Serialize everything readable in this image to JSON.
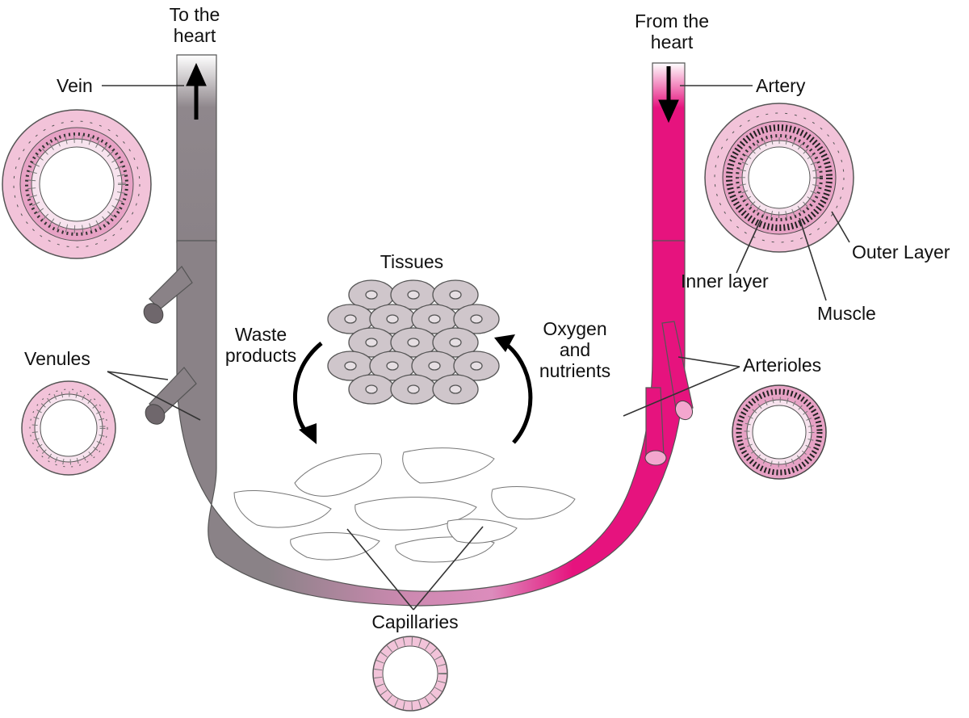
{
  "labels": {
    "to_heart_1": "To the",
    "to_heart_2": "heart",
    "from_heart_1": "From the",
    "from_heart_2": "heart",
    "vein": "Vein",
    "artery": "Artery",
    "outer_layer": "Outer Layer",
    "inner_layer": "Inner layer",
    "muscle": "Muscle",
    "tissues": "Tissues",
    "waste_1": "Waste",
    "waste_2": "products",
    "oxygen_1": "Oxygen",
    "oxygen_2": "and",
    "oxygen_3": "nutrients",
    "venules": "Venules",
    "arterioles": "Arterioles",
    "capillaries": "Capillaries"
  },
  "colors": {
    "vein_grey": "#8a8287",
    "artery_magenta": "#e6137e",
    "capillary_pink": "#d98fba",
    "wall_pink": "#f2c3d9",
    "cell_grey": "#cfc6cb"
  }
}
